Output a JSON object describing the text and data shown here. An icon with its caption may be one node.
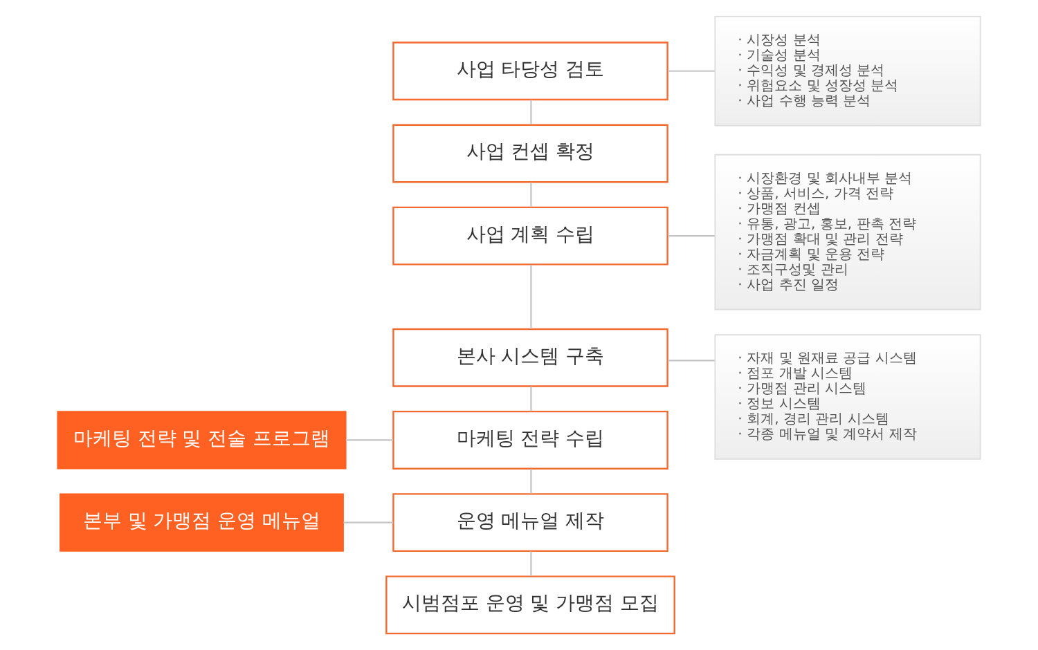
{
  "diagram": {
    "nodes": [
      {
        "text": [
          "사업 타당성 검토"
        ]
      },
      {
        "text": [
          "사업 컨셉 확정"
        ]
      },
      {
        "text": [
          "사업 계획 수립"
        ]
      },
      {
        "text": [
          "본사 시스템 구축"
        ]
      },
      {
        "text": [
          "마케팅 전략 수립"
        ]
      },
      {
        "text": [
          "운영 메뉴얼 제작"
        ]
      },
      {
        "text": [
          "시범점포 운영 및 가맹점 모집"
        ]
      },
      {
        "text": [
          "마케팅 전략 및 전술 프로그램"
        ]
      },
      {
        "text": [
          "본부 및 가맹점 운영 메뉴얼"
        ]
      },
      {
        "text": [
          "· 시장성 분석",
          "· 기술성 분석",
          "· 수익성 및 경제성 분석",
          "· 위험요소 및 성장성 분석",
          "· 사업 수행 능력 분석"
        ]
      },
      {
        "text": [
          "· 시장환경 및 회사내부 분석",
          "· 상품, 서비스, 가격 전략",
          "· 가맹점 컨셉",
          "· 유통, 광고, 홍보, 판촉 전략",
          "· 가맹점 확대 및 관리 전략",
          "· 자금계획 및 운용 전략",
          "· 조직구성및 관리",
          "· 사업 추진 일정"
        ]
      },
      {
        "text": [
          "· 자재 및 원재료 공급 시스템",
          "· 점포 개발 시스템",
          "· 가맹점 관리 시스템",
          "· 정보 시스템",
          "· 회계, 경리 관리 시스템",
          "· 각종 메뉴얼 및 계약서 제작"
        ]
      }
    ],
    "edges": [
      {
        "from": 0,
        "to": 1,
        "arrow": "none"
      },
      {
        "from": 1,
        "to": 2,
        "arrow": "none"
      },
      {
        "from": 2,
        "to": 3,
        "arrow": "none"
      },
      {
        "from": 3,
        "to": 4,
        "arrow": "none"
      },
      {
        "from": 4,
        "to": 5,
        "arrow": "none"
      },
      {
        "from": 5,
        "to": 6,
        "arrow": "none"
      },
      {
        "from": 0,
        "to": 9,
        "arrow": "none"
      },
      {
        "from": 2,
        "to": 10,
        "arrow": "none"
      },
      {
        "from": 3,
        "to": 11,
        "arrow": "none"
      },
      {
        "from": 7,
        "to": 4,
        "arrow": "none"
      },
      {
        "from": 8,
        "to": 5,
        "arrow": "none"
      }
    ]
  }
}
